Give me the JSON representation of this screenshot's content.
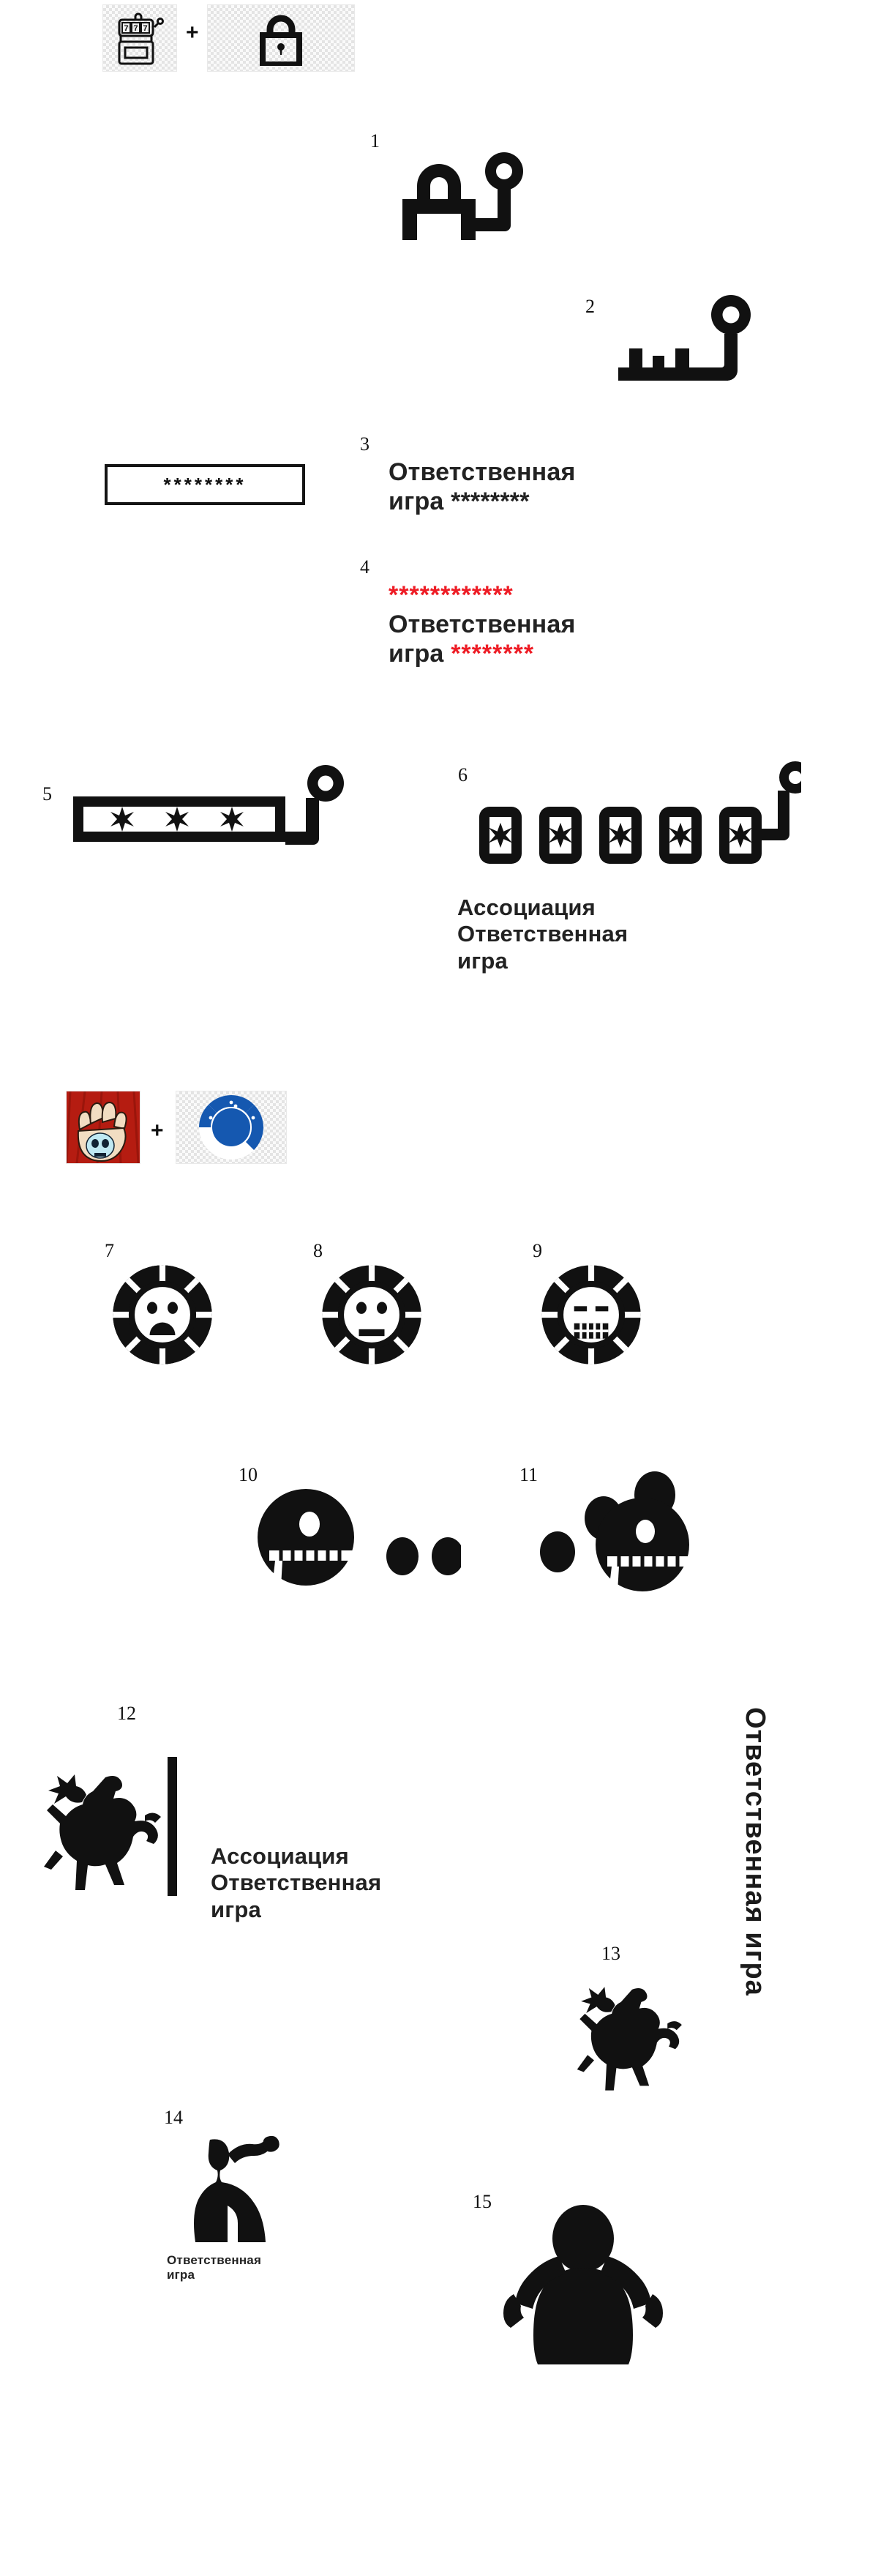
{
  "page": {
    "background": "#ffffff",
    "accent_red": "#EE1C25",
    "ink": "#111111"
  },
  "sections": [
    {
      "id": "slot-lock",
      "source_row": {
        "left_icon": "slot-machine-777-icon",
        "operator": "+",
        "right_icon": "padlock-icon"
      },
      "concepts": [
        {
          "number": "1",
          "name": "padlock-with-lever-mark"
        },
        {
          "number": "2",
          "name": "key-with-lever-mark"
        },
        {
          "number": "3",
          "name": "password-field-wordmark",
          "field_value": "********",
          "line1": "Ответственная",
          "line2": "игра ********"
        },
        {
          "number": "4",
          "name": "red-asterisk-wordmark",
          "stars_top": "************",
          "line1": "Ответственная",
          "line2": "игра",
          "line2_stars": "********"
        },
        {
          "number": "5",
          "name": "password-box-lever-mark",
          "field_value": "* * *"
        },
        {
          "number": "6",
          "name": "reel-asterisks-lockup",
          "reels": [
            "*",
            "*",
            "*",
            "*",
            "*"
          ],
          "line1": "Ассоциация",
          "line2": "Ответственная",
          "line3": "игра"
        }
      ]
    },
    {
      "id": "chip-faces",
      "source_row": {
        "left_icon": "hand-with-skull-card-image",
        "operator": "+",
        "right_icon": "blue-poker-chip-icon"
      },
      "concepts": [
        {
          "number": "7",
          "name": "chip-sad-face-icon",
          "expression": "sad"
        },
        {
          "number": "8",
          "name": "chip-neutral-face-icon",
          "expression": "neutral"
        },
        {
          "number": "9",
          "name": "chip-gritted-teeth-face-icon",
          "expression": "gritted-teeth"
        },
        {
          "number": "10",
          "name": "pacman-eating-chips-icon",
          "chips_eaten": 2
        },
        {
          "number": "11",
          "name": "pacman-chips-above-icon",
          "chips_eaten": 3
        }
      ]
    },
    {
      "id": "horse-people",
      "concepts": [
        {
          "number": "12",
          "name": "horse-rider-lockup",
          "line1": "Ассоциация",
          "line2": "Ответственная",
          "line3": "игра"
        },
        {
          "number": "13",
          "name": "horse-rider-vertical-lockup",
          "vertical_text": "Ответственная игра"
        },
        {
          "number": "14",
          "name": "saluting-person-lockup",
          "line1": "Ответственная",
          "line2": "игра"
        },
        {
          "number": "15",
          "name": "person-hands-on-head-icon"
        }
      ]
    }
  ]
}
